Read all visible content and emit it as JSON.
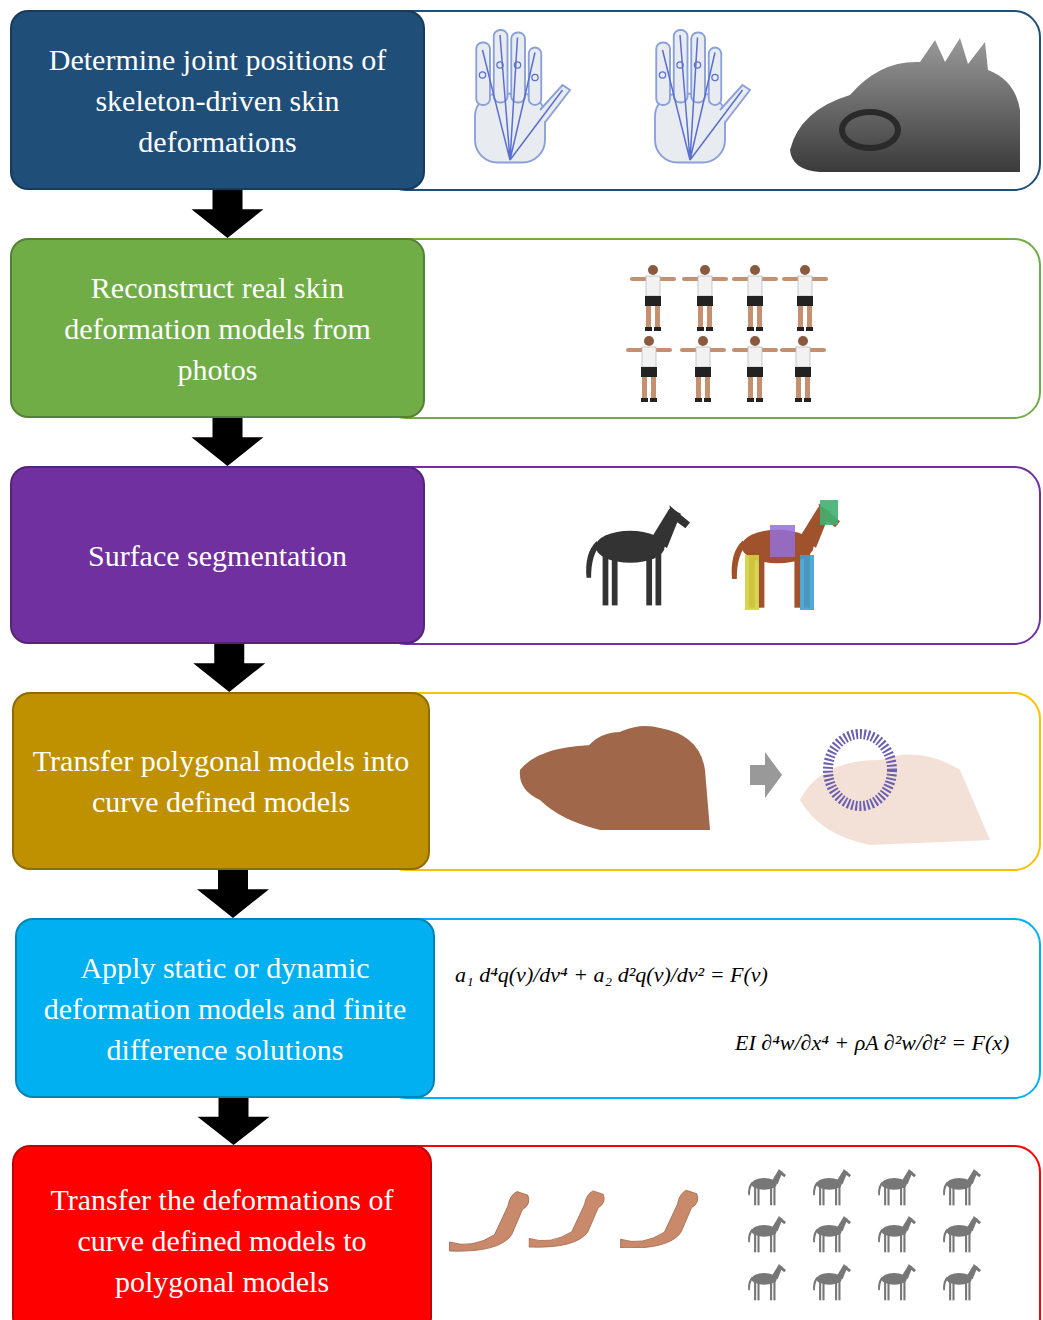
{
  "diagram": {
    "nodes": [
      {
        "text": [
          "Determine joint positions of skeleton-driven skin deformations"
        ]
      },
      {
        "text": [
          "Reconstruct real skin deformation models from photos"
        ]
      },
      {
        "text": [
          "Surface segmentation"
        ]
      },
      {
        "text": [
          "Transfer polygonal models into curve defined models"
        ]
      },
      {
        "text": [
          "Apply static or dynamic deformation models and finite difference solutions"
        ]
      },
      {
        "text": [
          "Transfer the deformations of curve defined models to polygonal models"
        ]
      }
    ],
    "edges": [
      {
        "from": 0,
        "to": 1,
        "arrow": "to"
      },
      {
        "from": 1,
        "to": 2,
        "arrow": "to"
      },
      {
        "from": 2,
        "to": 3,
        "arrow": "to"
      },
      {
        "from": 3,
        "to": 4,
        "arrow": "to"
      },
      {
        "from": 4,
        "to": 5,
        "arrow": "to"
      }
    ],
    "labels": [
      "a₁ d⁴q(v)/dv⁴ + a₂ d²q(v)/dv² = F(v)",
      "EI ∂⁴w/∂x⁴ + ρA ∂²w/∂t² = F(x)"
    ]
  }
}
